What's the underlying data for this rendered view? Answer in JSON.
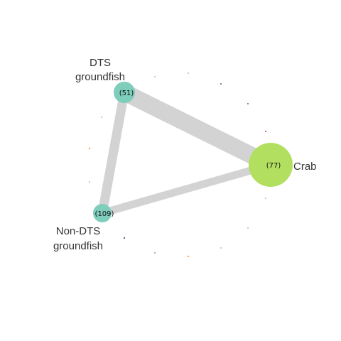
{
  "diagram": {
    "nodes": [
      {
        "id": "dts",
        "label_lines": [
          "DTS",
          "groundfish"
        ],
        "count": "(51)",
        "color": "#7fcdbb"
      },
      {
        "id": "nondts",
        "label_lines": [
          "Non-DTS",
          "groundfish"
        ],
        "count": "(109)",
        "color": "#7fcdbb"
      },
      {
        "id": "crab",
        "label_lines": [
          "Crab"
        ],
        "count": "(77)",
        "color": "#b2df5f"
      }
    ],
    "edges": [
      {
        "from": "dts",
        "to": "crab",
        "relative_weight": 1.0
      },
      {
        "from": "dts",
        "to": "nondts",
        "relative_weight": 0.55
      },
      {
        "from": "nondts",
        "to": "crab",
        "relative_weight": 0.45
      }
    ],
    "edge_color": "#d3d3d3",
    "dot_colors": [
      "#7f4f8f",
      "#f4a460",
      "#cccccc"
    ]
  }
}
